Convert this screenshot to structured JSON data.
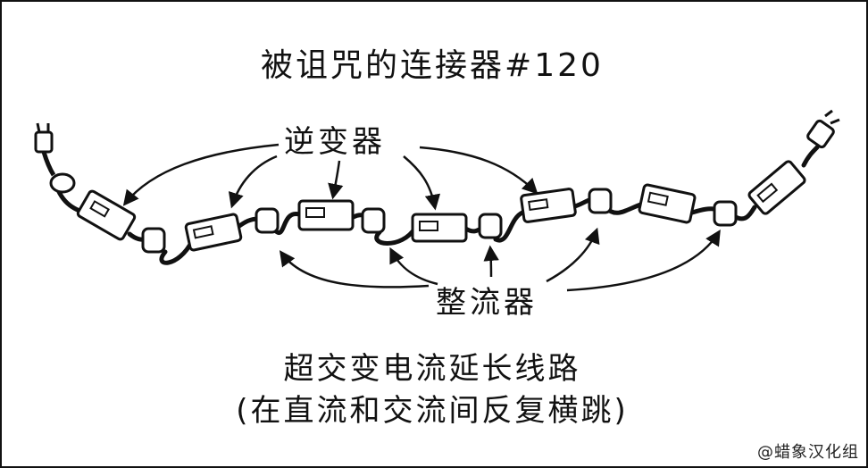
{
  "title": "被诅咒的连接器#120",
  "labels": {
    "inverter": "逆变器",
    "rectifier": "整流器"
  },
  "subtitle_line1": "超交变电流延长线路",
  "subtitle_line2": "(在直流和交流间反复横跳)",
  "credit": "@蜡象汉化组"
}
